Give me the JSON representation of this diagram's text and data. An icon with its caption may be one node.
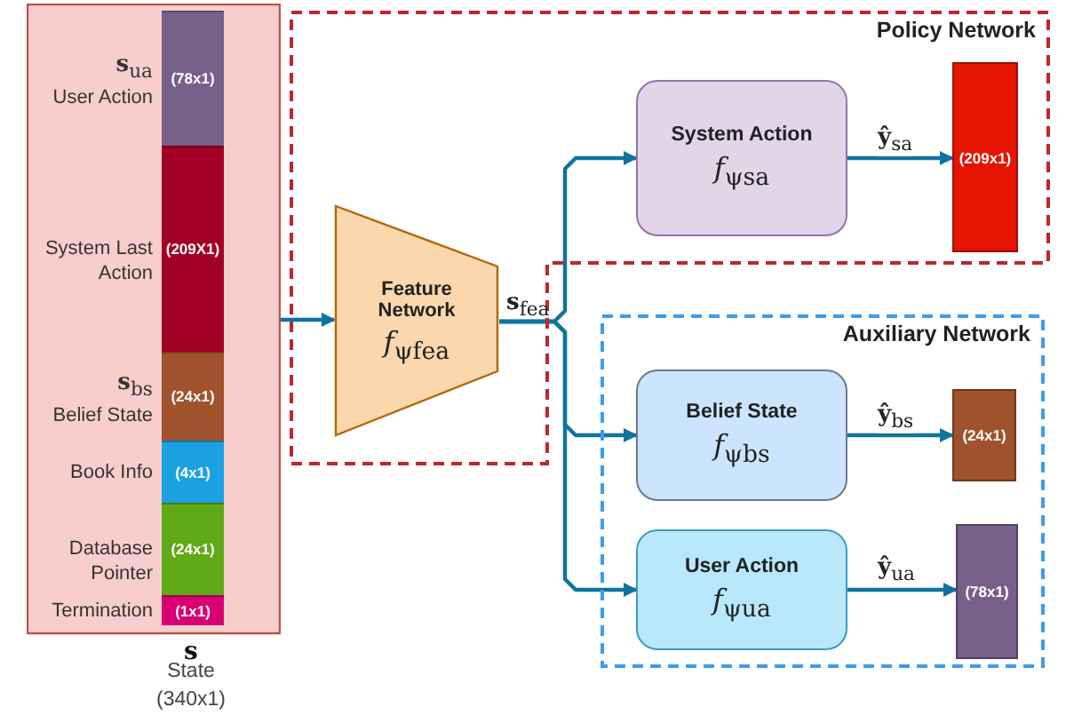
{
  "diagram": {
    "nodes": [
      {
        "text": [
          "**s**",
          "State",
          "(340x1)"
        ]
      },
      {
        "text": [
          "(78x1)"
        ],
        "in": 0,
        "beside": [
          "**s**$_{ua}$",
          "User Action"
        ]
      },
      {
        "text": [
          "(209X1)"
        ],
        "in": 0,
        "beside": [
          "System Last Action"
        ]
      },
      {
        "text": [
          "(24x1)"
        ],
        "in": 0,
        "beside": [
          "**s**$_{bs}$",
          "Belief State"
        ]
      },
      {
        "text": [
          "(4x1)"
        ],
        "in": 0,
        "beside": [
          "Book Info"
        ]
      },
      {
        "text": [
          "(24x1)"
        ],
        "in": 0,
        "beside": [
          "Database Pointer"
        ]
      },
      {
        "text": [
          "(1x1)"
        ],
        "in": 0,
        "beside": [
          "Termination"
        ]
      },
      {
        "text": [
          "Policy Network"
        ]
      },
      {
        "text": [
          "Feature Network",
          "*f*$_{ψfea}$"
        ],
        "in": 7,
        "beside": [
          "**s**$_{fea}$"
        ]
      },
      {
        "text": [
          "System Action",
          "*f*$_{ψsa}$"
        ],
        "in": 7
      },
      {
        "text": [
          "(209x1)"
        ],
        "in": 7
      },
      {
        "text": [
          "Auxiliary Network"
        ]
      },
      {
        "text": [
          "Belief State",
          "*f*$_{ψbs}$"
        ],
        "in": 11
      },
      {
        "text": [
          "(24x1)"
        ],
        "in": 11
      },
      {
        "text": [
          "User Action",
          "*f*$_{ψua}$"
        ],
        "in": 11
      },
      {
        "text": [
          "(78x1)"
        ],
        "in": 11
      }
    ],
    "edges": [
      {
        "from": 0,
        "to": 8,
        "arrow": "to"
      },
      {
        "from": 8,
        "to": 9,
        "arrow": "to"
      },
      {
        "from": 8,
        "to": 12,
        "arrow": "to"
      },
      {
        "from": 8,
        "to": 14,
        "arrow": "to"
      },
      {
        "from": 9,
        "to": 10,
        "arrow": "to",
        "label": "**ŷ**$_{sa}$"
      },
      {
        "from": 12,
        "to": 13,
        "arrow": "to",
        "label": "**ŷ**$_{bs}$"
      },
      {
        "from": 14,
        "to": 15,
        "arrow": "to",
        "label": "**ŷ**$_{ua}$"
      }
    ]
  }
}
